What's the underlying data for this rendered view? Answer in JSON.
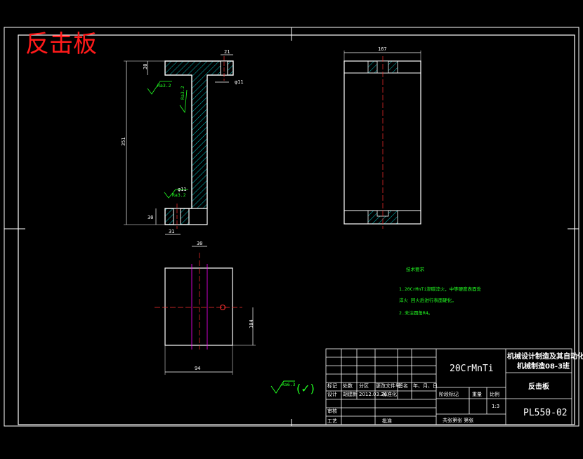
{
  "drawing": {
    "title": "反击板",
    "colors": {
      "background": "#000000",
      "line": "#ffffff",
      "hatch": "#00d0d0",
      "center": "#ff3030",
      "note": "#22ff22",
      "magenta": "#ff00ff"
    }
  },
  "front_view": {
    "dims": {
      "top_width": "21",
      "top_height": "30",
      "hole": "φ11",
      "total_height": "351",
      "bottom_height": "30",
      "bottom_width": "31"
    },
    "roughness": {
      "r1": "Ra3.2",
      "r2": "Ra3.2",
      "r3": "Ra3.2"
    },
    "small_hole": "φ11"
  },
  "side_view": {
    "dims": {
      "width": "167"
    }
  },
  "bottom_view": {
    "dims": {
      "top": "30",
      "width": "94",
      "height": "104"
    }
  },
  "notes": {
    "heading": "技术要求",
    "lines": [
      "1.20CrMnTi渗碳淬火，中等硬度表面处",
      "淬火  回火后进行表面硬化，",
      "2.未注圆角R4。"
    ]
  },
  "general_roughness": {
    "symbol": "Ra6.3",
    "check": "(✓)"
  },
  "title_block": {
    "material": "20CrMnTi",
    "school": "机械设计制造及其自动化",
    "class": "机械制造08-3班",
    "part_name": "反击板",
    "drawing_no": "PL550-02",
    "scale": "1:3",
    "row1": [
      "标记",
      "处数",
      "分区",
      "更改文件号",
      "签名",
      "年、月、日"
    ],
    "row2": [
      "设计",
      "胡建新",
      "2012.03.26",
      "标准化"
    ],
    "row3": [
      "阶段标记",
      "重量",
      "比例"
    ],
    "row4": [
      "审核"
    ],
    "row5": [
      "工艺",
      "批准"
    ],
    "sheet": "共张第张  第张"
  }
}
